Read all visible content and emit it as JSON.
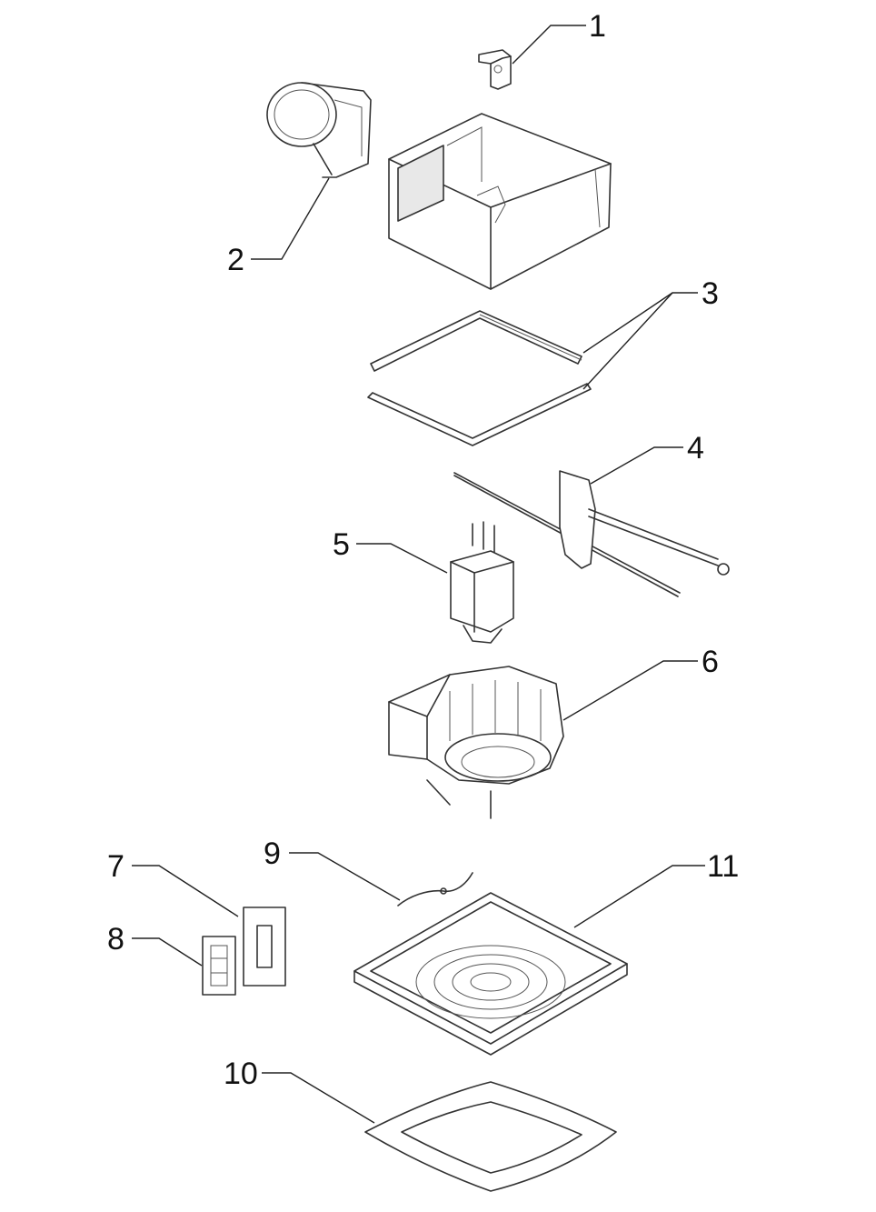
{
  "diagram": {
    "parts": [
      {
        "id": "1",
        "label": "1"
      },
      {
        "id": "2",
        "label": "2"
      },
      {
        "id": "3",
        "label": "3"
      },
      {
        "id": "4",
        "label": "4"
      },
      {
        "id": "5",
        "label": "5"
      },
      {
        "id": "6",
        "label": "6"
      },
      {
        "id": "7",
        "label": "7"
      },
      {
        "id": "8",
        "label": "8"
      },
      {
        "id": "9",
        "label": "9"
      },
      {
        "id": "10",
        "label": "10"
      },
      {
        "id": "11",
        "label": "11"
      }
    ]
  },
  "colors": {
    "line": "#222222",
    "background": "#ffffff"
  }
}
